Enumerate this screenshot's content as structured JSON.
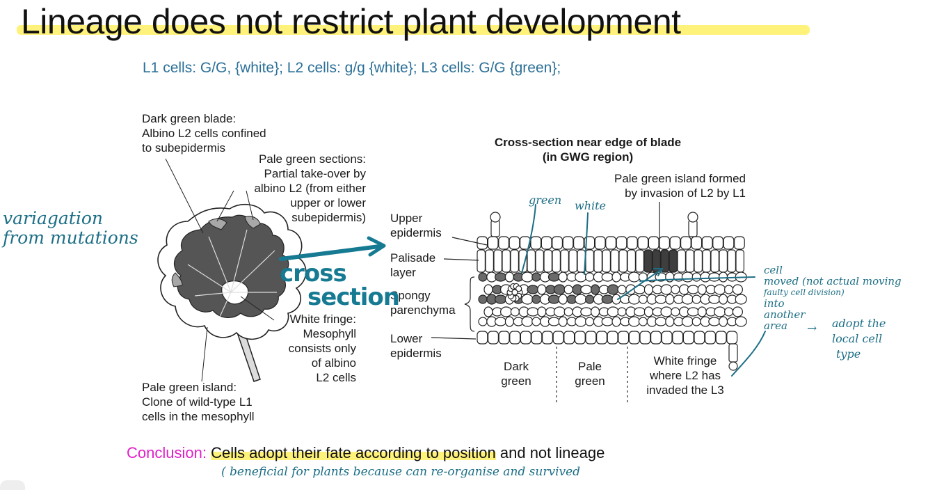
{
  "title": "Lineage does not restrict plant development",
  "subtitle": "L1 cells: G/G, {white}; L2 cells: g/g {white}; L3 cells: G/G {green};",
  "leaf_labels": {
    "dark_green_blade": [
      "Dark green blade:",
      "Albino L2 cells confined",
      "to subepidermis"
    ],
    "pale_green_sections": [
      "Pale green sections:",
      "Partial take-over by",
      "albino L2 (from either",
      "upper or lower",
      "subepidermis)"
    ],
    "white_fringe": [
      "White fringe:",
      "Mesophyll",
      "consists only",
      "of albino",
      "L2 cells"
    ],
    "pale_green_island": [
      "Pale green island:",
      "Clone of wild-type L1",
      "cells in the mesophyll"
    ]
  },
  "cross_section": {
    "title": [
      "Cross-section near edge of blade",
      "(in GWG region)"
    ],
    "island_label": [
      "Pale green island formed",
      "by invasion of L2 by L1"
    ],
    "layers": {
      "upper_epidermis": [
        "Upper",
        "epidermis"
      ],
      "palisade": [
        "Palisade",
        "layer"
      ],
      "spongy": [
        "Spongy",
        "parenchyma"
      ],
      "lower_epidermis": [
        "Lower",
        "epidermis"
      ]
    },
    "zones": {
      "dark_green": [
        "Dark",
        "green"
      ],
      "pale_green": [
        "Pale",
        "green"
      ],
      "white_fringe": [
        "White fringe",
        "where L2 has",
        "invaded the L3"
      ]
    }
  },
  "handwritten": {
    "variegation": [
      "variagation",
      "from mutations"
    ],
    "cross_section": [
      "cross",
      "section"
    ],
    "green": "green",
    "white": "white",
    "cell_moved": [
      "cell",
      "moved (not actual moving",
      "faulty cell division)",
      "into",
      "another",
      "area"
    ],
    "adopt": [
      "adopt the",
      "local cell",
      "type"
    ],
    "arrow": "→",
    "beneficial": "( beneficial for plants because can re-organise and survived"
  },
  "conclusion": {
    "key": "Conclusion:",
    "highlighted": "Cells adopt their fate according to position",
    "rest": " and not lineage"
  },
  "colors": {
    "accent": "#1c6e86",
    "highlight": "#fff27a",
    "conclusion_key": "#e020c8",
    "subtitle": "#2a6f97",
    "dark_green_cell": "#6a6a6a",
    "island_cell": "#3e3e3e"
  }
}
